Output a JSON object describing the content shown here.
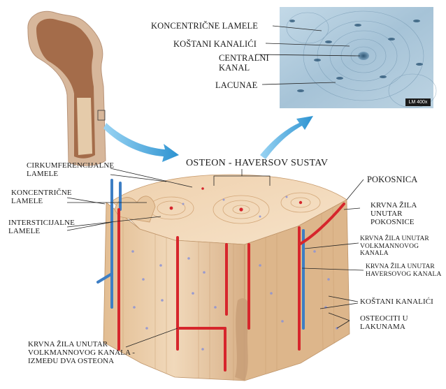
{
  "diagram": {
    "micrograph_labels": {
      "koncentricne_lamele": "KONCENTRIČNE LAMELE",
      "kostani_kanalici": "KOŠTANI KANALIĆI",
      "centralni_kanal": "CENTRALNI\nKANAL",
      "lacunae": "LACUNAE",
      "magnification": "LM 400x"
    },
    "osteon_title": "OSTEON - HAVERSOV SUSTAV",
    "left_labels": {
      "cirkumferencijalne": "CIRKUMFERENCIJALNE\nLAMELE",
      "koncentricne": "KONCENTRIČNE\nLAMELE",
      "intersticijalne": "INTERSTICIJALNE\nLAMELE",
      "volkmann_between": "KRVNA ŽILA UNUTAR\nVOLKMANNOVOG KANALA -\nIZMEĐU DVA OSTEONA"
    },
    "right_labels": {
      "pokosnica": "POKOSNICA",
      "krvna_zila_pokosnica": "KRVNA ŽILA\nUNUTAR\nPOKOSNICE",
      "krvna_zila_volkmann": "KRVNA ŽILA UNUTAR\nVOLKMANNOVOG KANALA",
      "krvna_zila_havers": "KRVNA ŽILA UNUTAR\nHAVERSOVOG KANALA",
      "kostani_kanalici": "KOŠTANI KANALIĆI",
      "osteociti": "OSTEOCITI U\nLAKUNAMA"
    },
    "colors": {
      "bone_light": "#f2dcc0",
      "bone_mid": "#e4c39b",
      "bone_dark": "#c99d6e",
      "micrograph_bg": "#a9c6d9",
      "arrow_blue": "#3fa2d8",
      "vessel_red": "#d6262c",
      "vessel_blue": "#3d7ec4",
      "osteocyte": "#8c93d6"
    }
  }
}
